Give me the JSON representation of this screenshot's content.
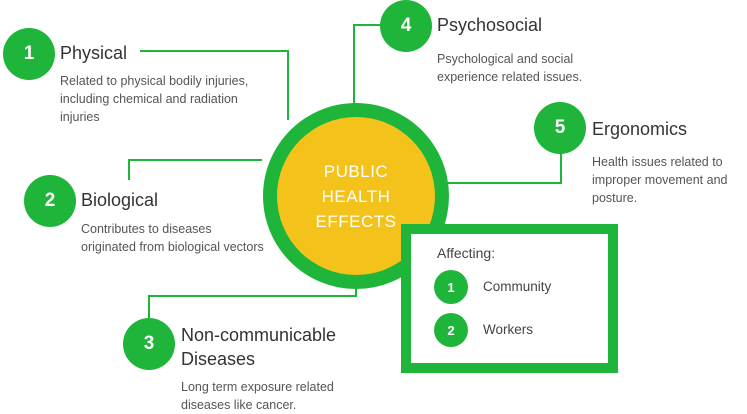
{
  "hub": {
    "lines": [
      "PUBLIC",
      "HEALTH",
      "EFFECTS"
    ]
  },
  "items": [
    {
      "number": "1",
      "title": "Physical",
      "description": "Related to physical bodily injuries, including chemical and radiation injuries"
    },
    {
      "number": "2",
      "title": "Biological",
      "description": "Contributes to diseases originated from biological vectors"
    },
    {
      "number": "3",
      "title": "Non-communicable Diseases",
      "description": "Long term exposure related diseases like cancer."
    },
    {
      "number": "4",
      "title": "Psychosocial",
      "description": "Psychological and social experience related issues."
    },
    {
      "number": "5",
      "title": "Ergonomics",
      "description": "Health issues related to improper movement and posture."
    }
  ],
  "affecting": {
    "title": "Affecting:",
    "items": [
      {
        "number": "1",
        "label": "Community"
      },
      {
        "number": "2",
        "label": "Workers"
      }
    ]
  },
  "colors": {
    "green": "#1eb53a",
    "yellow": "#f3c21b"
  }
}
